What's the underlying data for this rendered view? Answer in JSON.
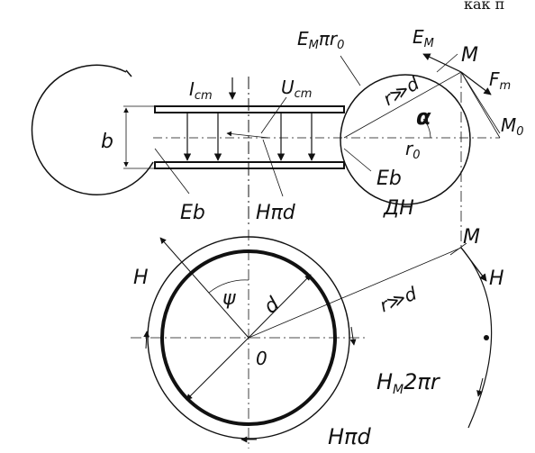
{
  "header": {
    "text": "как п"
  },
  "labels": {
    "E_M": "E",
    "E_M_sub": "M",
    "M_top": "M",
    "F_M": "F",
    "F_M_sub": "m",
    "M0": "M",
    "M0_sub": "0",
    "r_d_top": "r≫d",
    "alpha": "α",
    "r0": "r",
    "r0_sub": "0",
    "E_M_pi_r0": "E",
    "E_M_pi_r0_sub": "M",
    "E_M_pi_r0_mid": "πr",
    "E_M_pi_r0_sub2": "0",
    "I_cm": "I",
    "I_cm_sub": "cm",
    "U_cm": "U",
    "U_cm_sub": "cm",
    "b": "b",
    "Eb_right": "Eb",
    "Eb_left": "Eb",
    "H_pi_d_top": "Hπd",
    "DN": "ДН",
    "M_bottom": "M",
    "H_right": "H",
    "H_left": "H",
    "psi": "ψ",
    "d": "d",
    "r_d_bottom": "r≫d",
    "O": "0",
    "H_M_2pi_r": "H",
    "H_M_2pi_r_sub": "M",
    "H_M_2pi_r_tail": "2πr",
    "H_pi_d_bottom": "Hπd"
  }
}
